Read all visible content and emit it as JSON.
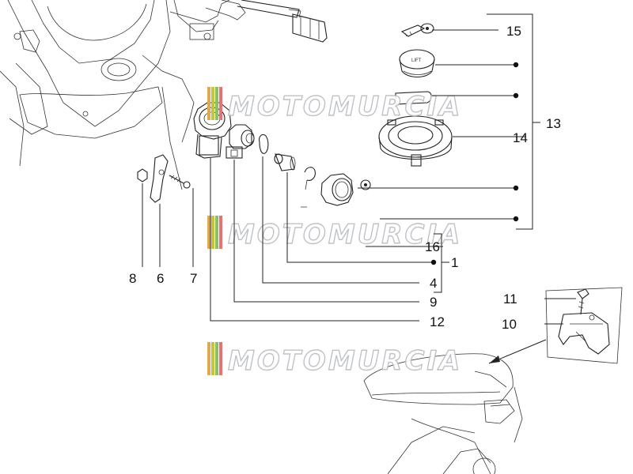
{
  "diagram": {
    "part_numbers": {
      "p1": "1",
      "p4": "4",
      "p6": "6",
      "p7": "7",
      "p8": "8",
      "p9": "9",
      "p10": "10",
      "p11": "11",
      "p12": "12",
      "p13": "13",
      "p14": "14",
      "p15": "15",
      "p16": "16"
    },
    "cap_text": "LIFT",
    "watermark": "MOTOMURCIA"
  }
}
